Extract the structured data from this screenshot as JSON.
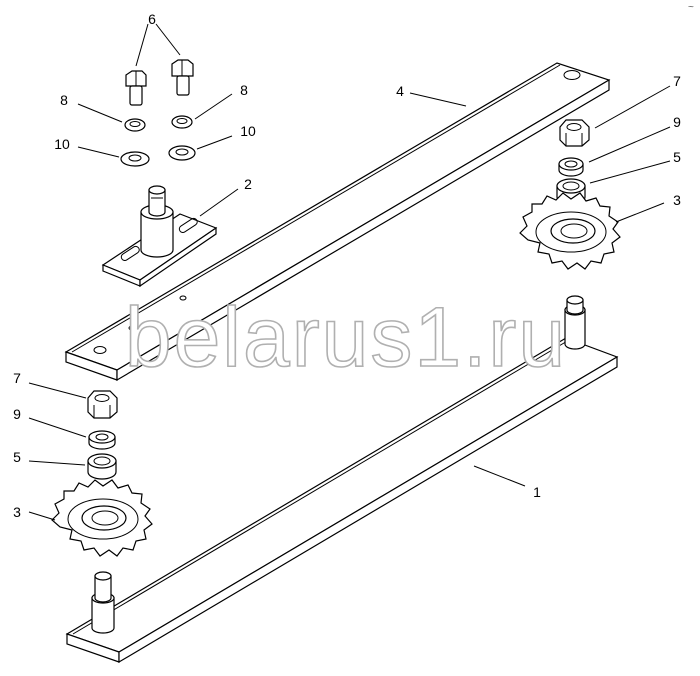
{
  "watermark": "belarus1.ru",
  "corner_mark": "~",
  "callouts": {
    "c1": "1",
    "c2": "2",
    "c3a": "3",
    "c3b": "3",
    "c4": "4",
    "c5a": "5",
    "c5b": "5",
    "c6": "6",
    "c7a": "7",
    "c7b": "7",
    "c8a": "8",
    "c8b": "8",
    "c9a": "9",
    "c9b": "9",
    "c10a": "10",
    "c10b": "10"
  }
}
